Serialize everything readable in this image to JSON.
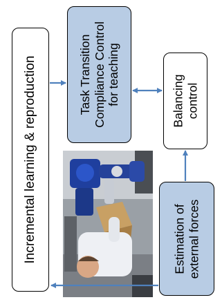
{
  "boxes": {
    "learning": "Incremental learning & reproduction",
    "task_transition": [
      "Task Transition",
      "Compliance Control",
      "for teaching"
    ],
    "balancing": [
      "Balancing",
      "control"
    ],
    "estimation": [
      "Estimation of",
      "external forces"
    ]
  },
  "colors": {
    "box_fill_blue": "#b8cce4",
    "arrow": "#4f81bd",
    "border": "#000000"
  }
}
